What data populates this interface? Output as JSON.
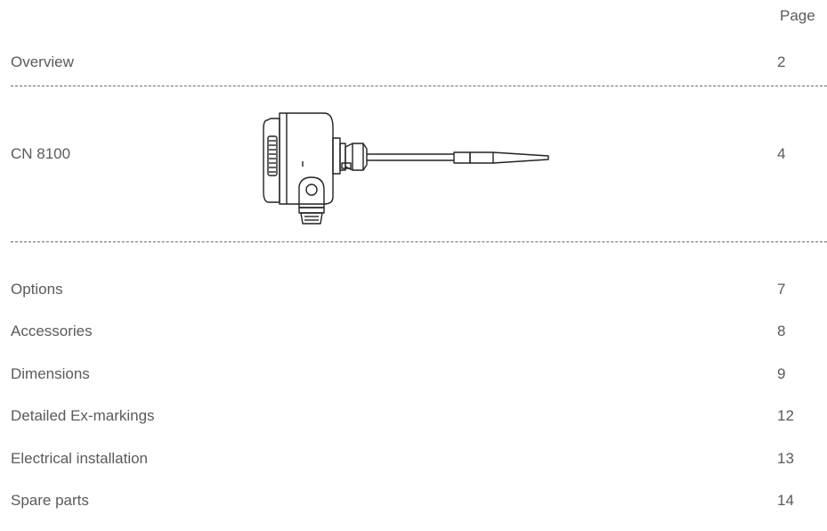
{
  "page_header": "Page",
  "entries": [
    {
      "label": "Overview",
      "page": "2"
    },
    {
      "label": "CN 8100",
      "page": "4"
    },
    {
      "label": "Options",
      "page": "7"
    },
    {
      "label": "Accessories",
      "page": "8"
    },
    {
      "label": "Dimensions",
      "page": "9"
    },
    {
      "label": "Detailed Ex-markings",
      "page": "12"
    },
    {
      "label": "Electrical installation",
      "page": "13"
    },
    {
      "label": "Spare parts",
      "page": "14"
    }
  ]
}
